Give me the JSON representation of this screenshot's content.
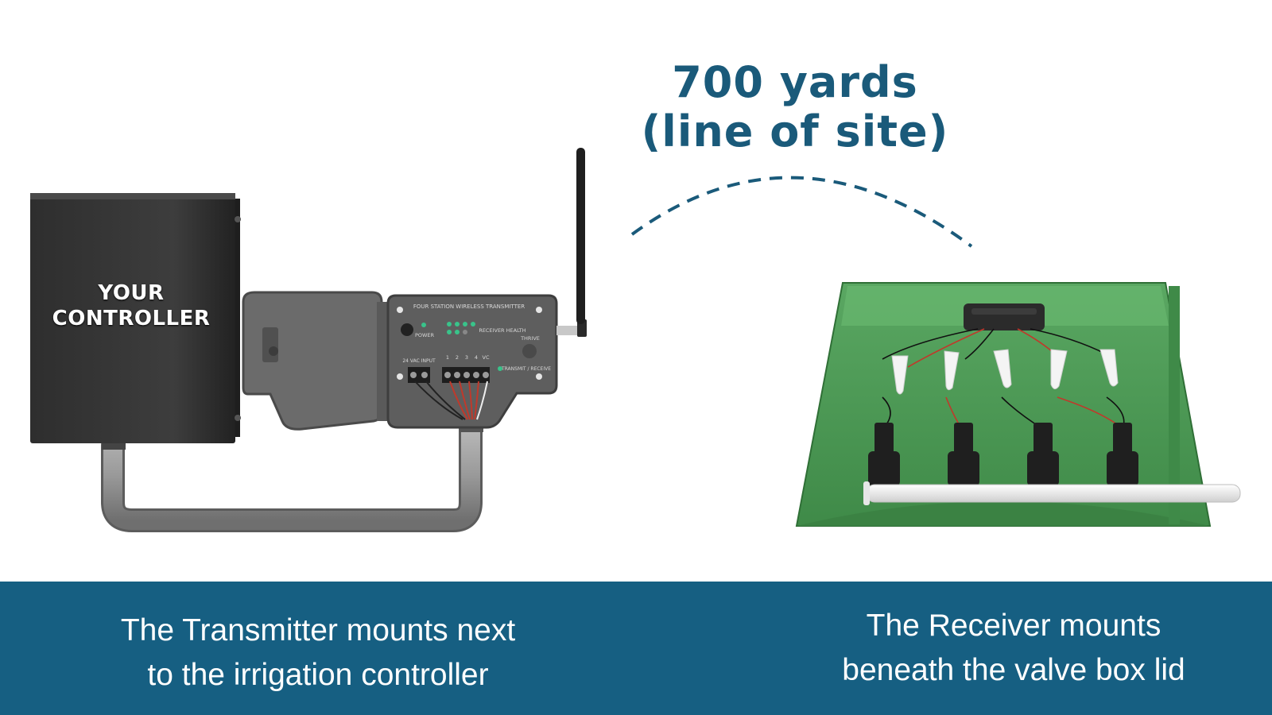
{
  "range": {
    "line1": "700 yards",
    "line2": "(line of site)"
  },
  "controller": {
    "line1": "YOUR",
    "line2": "CONTROLLER"
  },
  "transmitter_panel": {
    "title": "FOUR STATION WIRELESS TRANSMITTER",
    "power": "POWER",
    "receiver_health": "RECEIVER HEALTH",
    "brand": "THRIVE",
    "input": "24 VAC INPUT",
    "stations": [
      "1",
      "2",
      "3",
      "4",
      "VC"
    ],
    "transmit": "TRANSMIT / RECEIVE"
  },
  "captions": {
    "left": [
      "The Transmitter mounts next",
      "to the irrigation controller"
    ],
    "right": [
      "The Receiver mounts",
      "beneath the valve box lid"
    ]
  },
  "colors": {
    "accent": "#165f82",
    "range_text": "#1a5a7a",
    "valve_box": "#4f9a57",
    "controller": "#3a3a3a"
  }
}
